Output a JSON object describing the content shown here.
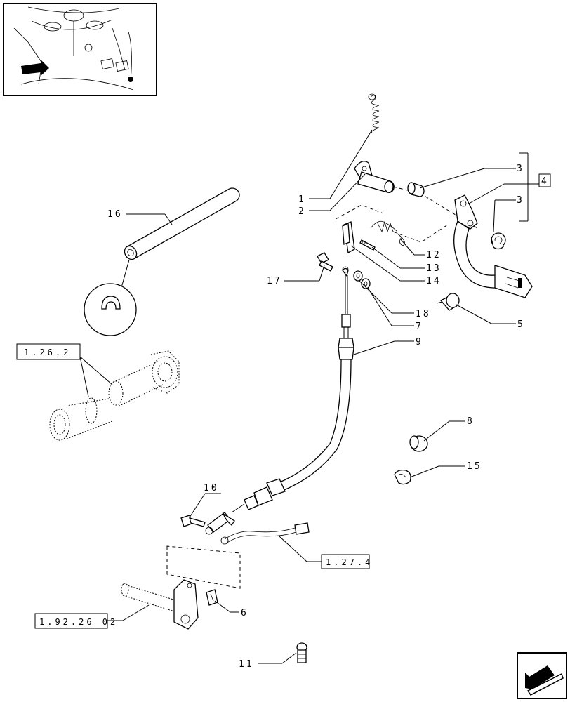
{
  "callouts": {
    "c1": "1",
    "c2": "2",
    "c3a": "3",
    "c3b": "3",
    "c4": "4",
    "c5": "5",
    "c6": "6",
    "c7": "7",
    "c8": "8",
    "c9": "9",
    "c10": "10",
    "c11": "11",
    "c12": "12",
    "c13": "13",
    "c14": "14",
    "c15": "15",
    "c16": "16",
    "c17": "17",
    "c18": "18"
  },
  "refs": {
    "r1": "1.26.2",
    "r2": "1.27.4",
    "r3": "1.92.26 02"
  },
  "icons": {
    "thumbnail": "tractor-pedal-location-icon",
    "nav": "next-page-arrow-icon"
  }
}
